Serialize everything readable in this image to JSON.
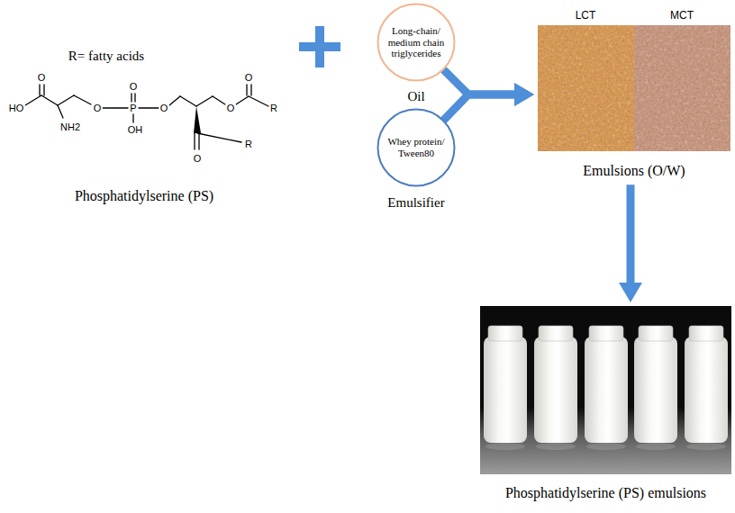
{
  "diagram": {
    "nodes": [
      {
        "text": [
          "Long-chain/ medium chain triglycerides",
          "Oil"
        ]
      },
      {
        "text": [
          "Whey protein/ Tween80",
          "Emulsifier"
        ]
      },
      {
        "text": [
          "LCT",
          "MCT",
          "Emulsions (O/W)"
        ]
      },
      {
        "text": [
          "Phosphatidylserine (PS) emulsions"
        ]
      }
    ],
    "edges": [
      {
        "from": 0,
        "to": 2,
        "arrow": "to"
      },
      {
        "from": 1,
        "to": 2,
        "arrow": "to"
      },
      {
        "from": 2,
        "to": 3,
        "arrow": "to"
      }
    ],
    "labels": [
      "R= fatty acids",
      "O",
      "O",
      "O",
      "HO",
      "O",
      "P",
      "O",
      "O",
      "R",
      "NH2",
      "OH",
      "R",
      "O",
      "Phosphatidylserine (PS)"
    ]
  }
}
